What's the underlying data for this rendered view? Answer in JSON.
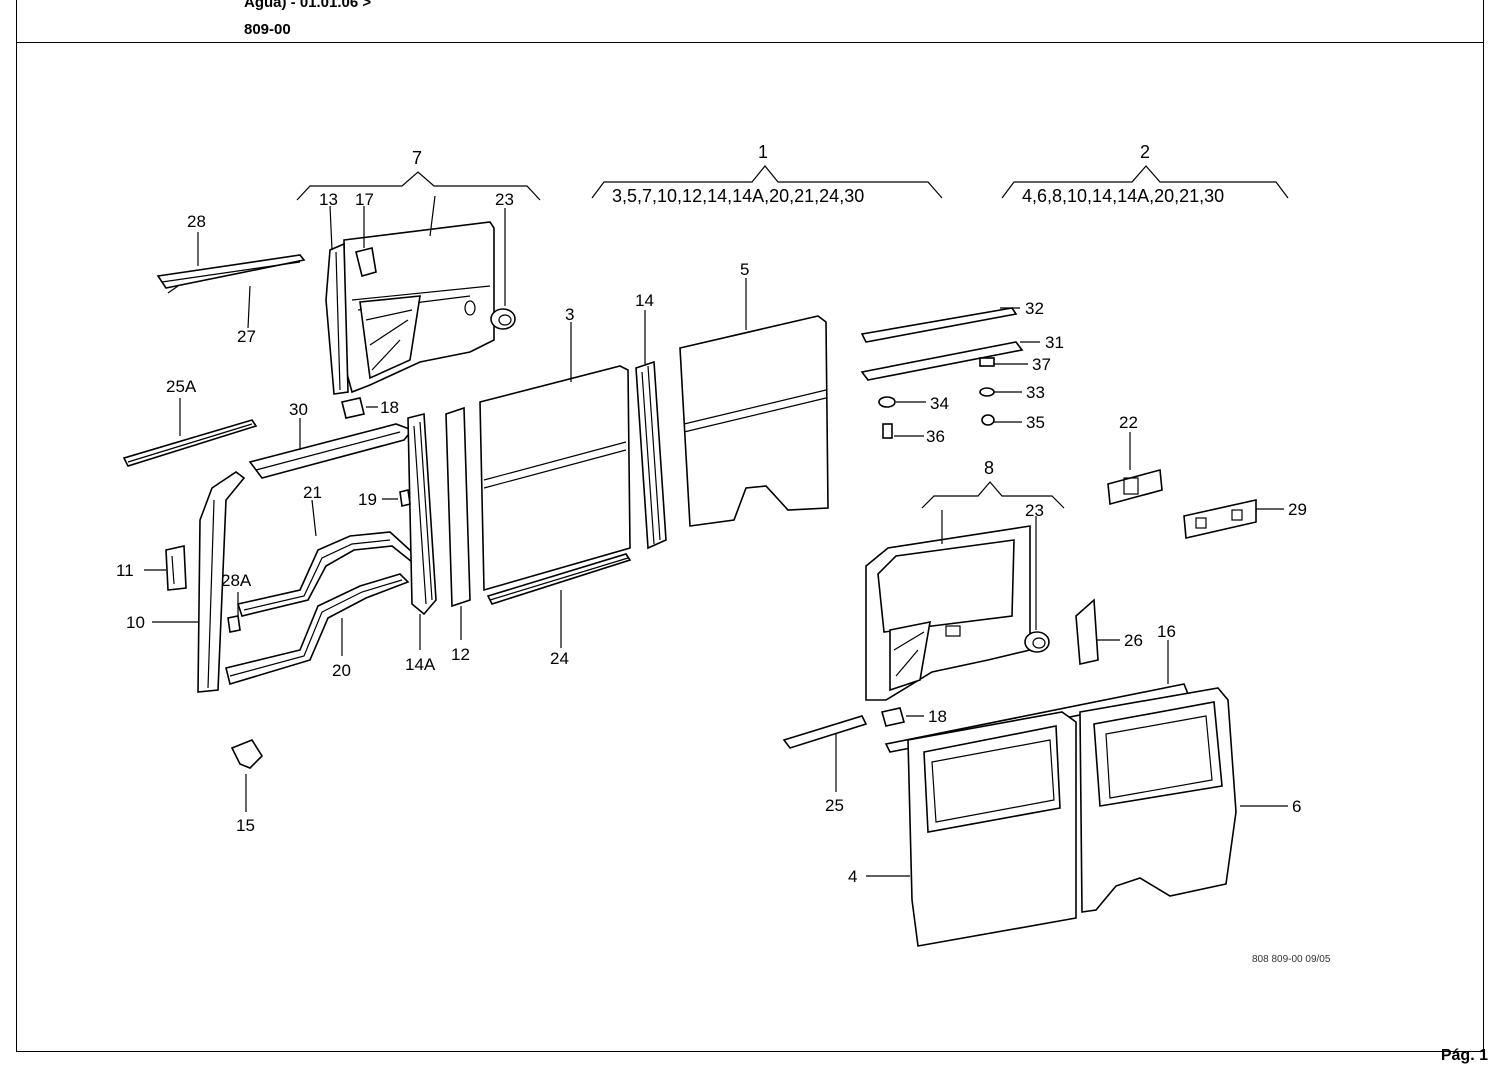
{
  "header": {
    "line1": "Agua) - 01.01.06 >",
    "line2": "809-00"
  },
  "footer": {
    "page": "Pág. 1",
    "drawing_ref": "808 809-00 09/05"
  },
  "groups": {
    "g7": {
      "label": "7"
    },
    "g1": {
      "label": "1",
      "items": "3,5,7,10,12,14,14A,20,21,24,30"
    },
    "g2": {
      "label": "2",
      "items": "4,6,8,10,14,14A,20,21,30"
    },
    "g8": {
      "label": "8"
    }
  },
  "callouts": {
    "c28": "28",
    "c27": "27",
    "c13": "13",
    "c17": "17",
    "c23a": "23",
    "c25A": "25A",
    "c30": "30",
    "c18a": "18",
    "c3": "3",
    "c14": "14",
    "c5": "5",
    "c32": "32",
    "c31": "31",
    "c37": "37",
    "c33": "33",
    "c34": "34",
    "c35": "35",
    "c36": "36",
    "c22": "22",
    "c29": "29",
    "c19": "19",
    "c21": "21",
    "c11": "11",
    "c28A": "28A",
    "c10": "10",
    "c20": "20",
    "c14A": "14A",
    "c12": "12",
    "c24": "24",
    "c23b": "23",
    "c26": "26",
    "c16": "16",
    "c18b": "18",
    "c25": "25",
    "c6": "6",
    "c4": "4",
    "c15": "15"
  }
}
